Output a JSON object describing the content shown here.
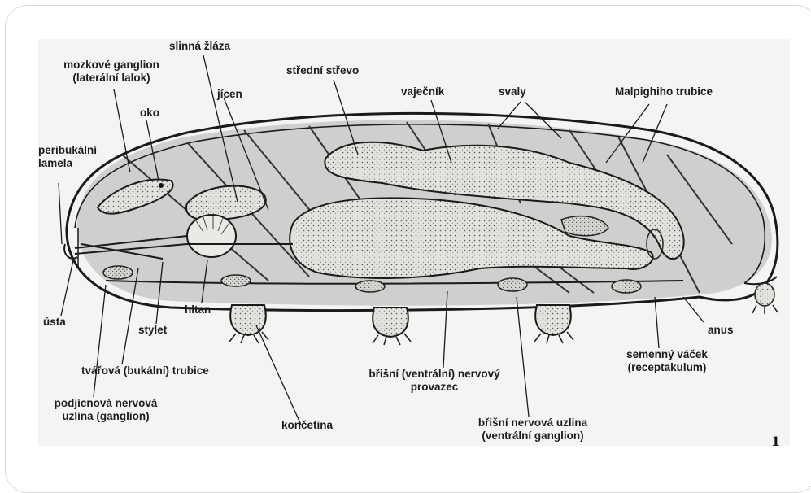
{
  "labels": {
    "slinna_zlaza": "slinná žláza",
    "mozkove_ganglion_1": "mozkové ganglion",
    "mozkove_ganglion_2": "(laterální lalok)",
    "stredni_strevo": "střední střevo",
    "vajecnik": "vaječník",
    "svaly": "svaly",
    "malpighiho": "Malpighiho trubice",
    "jicen": "jícen",
    "oko": "oko",
    "peribukalni_1": "peribukální",
    "peribukalni_2": "lamela",
    "usta": "ústa",
    "stylet": "stylet",
    "hltan": "hltan",
    "anus": "anus",
    "tvarova": "tvářová (bukální) trubice",
    "semenny_1": "semenný váček",
    "semenny_2": "(receptakulum)",
    "brisni_provazec_1": "břišní (ventrální) nervový",
    "brisni_provazec_2": "provazec",
    "podjicnova_1": "podjícnová nervová",
    "podjicnova_2": "uzlina (ganglion)",
    "koncetina": "končetina",
    "brisni_uzlina_1": "břišní nervová uzlina",
    "brisni_uzlina_2": "(ventrální ganglion)"
  },
  "figure_number": "1"
}
